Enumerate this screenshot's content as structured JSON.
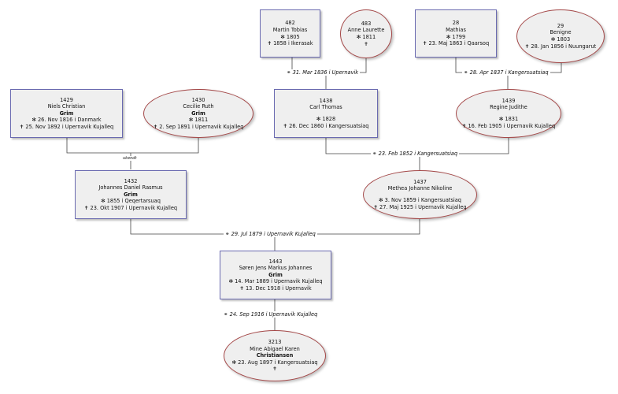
{
  "symbols": {
    "birth": "✻",
    "death": "✝",
    "marriage": "⚭"
  },
  "people": {
    "p482": {
      "id": "482",
      "name": "Martin Tobias",
      "birth": "1805",
      "death": "1858 i  Ikerasak"
    },
    "p483": {
      "id": "483",
      "name": "Anne Laurette",
      "birth": "1811"
    },
    "p28": {
      "id": "28",
      "name": "Mathias",
      "birth": "1799",
      "death": "23. Maj 1863 i  Qaarsoq"
    },
    "p29": {
      "id": "29",
      "name": "Benigne",
      "birth": "1803",
      "death": "28. Jan 1856 i  Nuungarut"
    },
    "p1429": {
      "id": "1429",
      "name": "Niels Christian",
      "surname": "Grim",
      "birth": "26. Nov 1816 i  Danmark",
      "death": "25. Nov 1892 i  Upernavik Kujalleq"
    },
    "p1430": {
      "id": "1430",
      "name": "Cecilie Ruth",
      "surname": "Grim",
      "birth": "1811",
      "death": "2. Sep 1891 i  Upernavik Kujalleq"
    },
    "p1438": {
      "id": "1438",
      "name": "Carl Thomas",
      "birth": "1828",
      "death": "26. Dec 1860 i  Kangersuatsiaq"
    },
    "p1439": {
      "id": "1439",
      "name": "Regine Judithe",
      "birth": "1831",
      "death": "16. Feb 1905 i  Upernavik Kujalleq"
    },
    "p1432": {
      "id": "1432",
      "name": "Johannes Daniel Rasmus",
      "surname": "Grim",
      "birth": "1855 i  Qeqertarsuaq",
      "death": "23. Okt 1907 i  Upernavik Kujalleq"
    },
    "p1437": {
      "id": "1437",
      "name": "Methea Johanne Nikoline",
      "birth": "3. Nov 1859 i  Kangersuatsiaq",
      "death": "27. Maj 1925 i  Upernavik Kujalleq"
    },
    "p1443": {
      "id": "1443",
      "name": "Søren Jens Markus Johannes",
      "surname": "Grim",
      "birth": "14. Mar 1889 i  Upernavik Kujalleq",
      "death": "13. Dec 1918 i  Upernavik"
    },
    "p3213": {
      "id": "3213",
      "name": "Mine Abigael Karen",
      "surname": "Christiansen",
      "birth": "23. Aug 1897 i  Kangersuatsiaq"
    }
  },
  "marriages": {
    "m1": "31. Mar 1836 i  Upernavik",
    "m2": "28. Apr 1837 i  Kangersuatsiaq",
    "m3": "ukendt",
    "m4": "23. Feb 1852 i  Kangersuatsiaq",
    "m5": "29. Jul 1879 i  Upernavik Kujalleq",
    "m6": "24. Sep 1916 i  Upernavik Kujalleq"
  }
}
